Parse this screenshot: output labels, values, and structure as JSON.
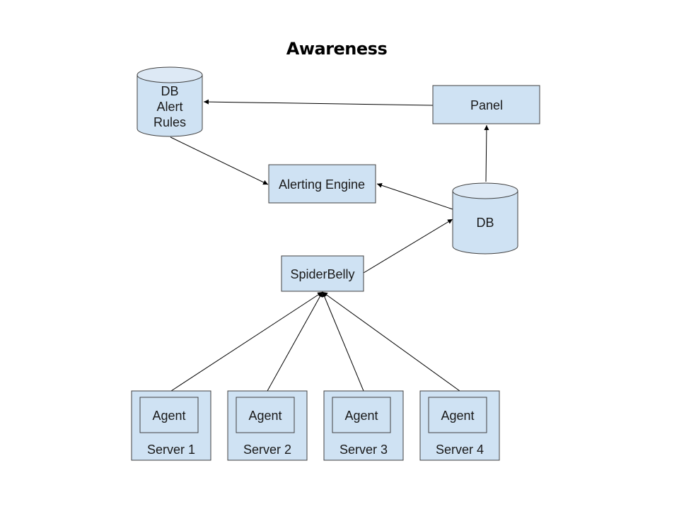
{
  "title": "Awareness",
  "nodes": {
    "db_alert_rules": {
      "lines": [
        "DB",
        "Alert",
        "Rules"
      ],
      "shape": "cylinder"
    },
    "panel": {
      "label": "Panel",
      "shape": "rectangle"
    },
    "alerting_engine": {
      "label": "Alerting Engine",
      "shape": "rectangle"
    },
    "db": {
      "label": "DB",
      "shape": "cylinder"
    },
    "spiderbelly": {
      "label": "SpiderBelly",
      "shape": "rectangle"
    },
    "servers": [
      {
        "server_label": "Server 1",
        "agent_label": "Agent"
      },
      {
        "server_label": "Server 2",
        "agent_label": "Agent"
      },
      {
        "server_label": "Server 3",
        "agent_label": "Agent"
      },
      {
        "server_label": "Server 4",
        "agent_label": "Agent"
      }
    ]
  },
  "edges": [
    {
      "from": "panel",
      "to": "db_alert_rules"
    },
    {
      "from": "db_alert_rules",
      "to": "alerting_engine"
    },
    {
      "from": "db",
      "to": "alerting_engine"
    },
    {
      "from": "db",
      "to": "panel"
    },
    {
      "from": "spiderbelly",
      "to": "db"
    },
    {
      "from": "server_1",
      "to": "spiderbelly"
    },
    {
      "from": "server_2",
      "to": "spiderbelly"
    },
    {
      "from": "server_3",
      "to": "spiderbelly"
    },
    {
      "from": "server_4",
      "to": "spiderbelly"
    }
  ],
  "colors": {
    "node_fill": "#cfe2f3",
    "node_stroke": "#404040",
    "edge": "#000000"
  }
}
